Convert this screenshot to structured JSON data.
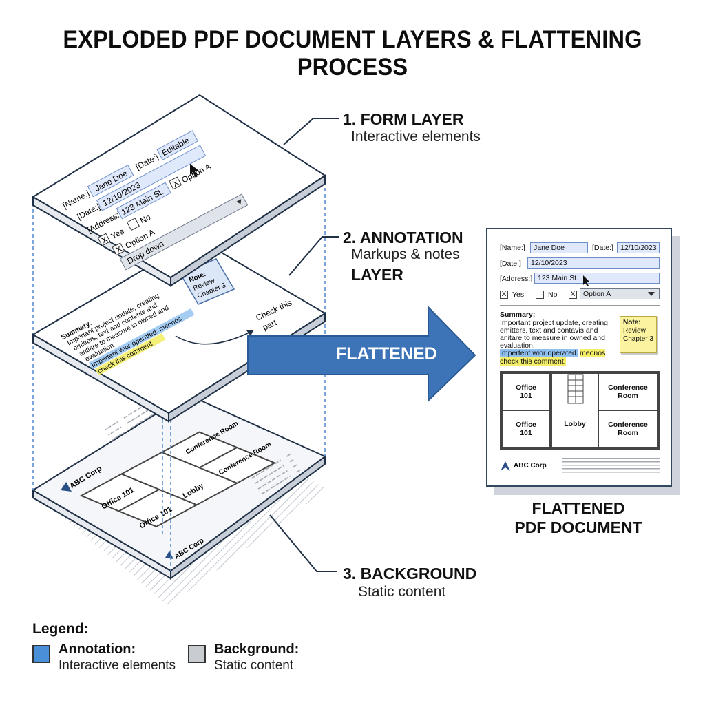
{
  "title": "EXPLODED PDF DOCUMENT LAYERS & FLATTENING PROCESS",
  "layers": [
    {
      "number_title": "1. FORM LAYER",
      "subtitle": "Interactive elements",
      "extra": ""
    },
    {
      "number_title": "2. ANNOTATION",
      "subtitle": "Markups & notes",
      "extra": "LAYER"
    },
    {
      "number_title": "3. BACKGROUND",
      "subtitle": "Static content",
      "extra": ""
    }
  ],
  "form_layer": {
    "name_label": "[Name:]",
    "name_value": "Jane Doe",
    "date_label_top": "[Date:]",
    "editable": "Editable",
    "date_label": "[Date:]",
    "date_value": "12/10/2023",
    "address_label": "[Address:]",
    "address_value": "123 Main St.",
    "option_a": "Option A",
    "yes": "Yes",
    "no": "No",
    "option_a2": "Option A",
    "dropdown": "Drop down",
    "check_mark": "X"
  },
  "annotation_layer": {
    "note": "Note:\nReview\nChapter 3",
    "summary_title": "Summary:",
    "summary_lines": [
      "Important project update, creating",
      "emitters, text and contents and",
      "antiare to measure in owned and",
      "evaluation."
    ],
    "highlight_blue": "Impertent wior operated. meonos",
    "highlight_yellow": "check this comment.",
    "callout": "Check this\npart"
  },
  "background_layer": {
    "company": "ABC Corp",
    "company2": "ABC Corp",
    "rooms": [
      "Office 101",
      "Office 101",
      "Lobby",
      "Conference Room",
      "Conference Room"
    ]
  },
  "arrow_label": "FLATTENED",
  "flattened": {
    "name_label": "[Name:]",
    "name_value": "Jane Doe",
    "date_label_right": "[Date:]",
    "date_value_right": "12/10/2023",
    "date_label": "[Date:]",
    "date_value": "12/10/2023",
    "address_label": "[Address:]",
    "address_value": "123 Main St.",
    "check_x": "X",
    "yes": "Yes",
    "no": "No",
    "dropdown_value": "Option A",
    "summary_title": "Summary:",
    "summary_lines": [
      "Important project update, creating",
      "emitters, text and contavis and",
      "anitare to measure in owned and",
      "evaluation."
    ],
    "highlight_blue": "Impertent wior operated.",
    "highlight_yellow_1": "meonos",
    "highlight_yellow_2": "check this comment.",
    "note_title": "Note:",
    "note_body": "Review\nChapter 3",
    "rooms": {
      "office_top": "Office\n101",
      "office_bottom": "Office\n101",
      "lobby": "Lobby",
      "conf_top": "Conference\nRoom",
      "conf_bottom": "Conference\nRoom"
    },
    "company": "ABC Corp"
  },
  "flattened_caption": "FLATTENED\nPDF DOCUMENT",
  "legend": {
    "title": "Legend:",
    "items": [
      {
        "name": "Annotation:",
        "desc": "Interactive elements",
        "color": "#4a90d9"
      },
      {
        "name": "Background:",
        "desc": "Static content",
        "color": "#c9ccd1"
      }
    ]
  },
  "colors": {
    "accent_blue": "#3d74b8",
    "outline": "#1f2f45",
    "field_fill": "#dfe9fb",
    "highlight_yellow": "#f4ee6a",
    "highlight_blue": "#8fc0f0"
  }
}
